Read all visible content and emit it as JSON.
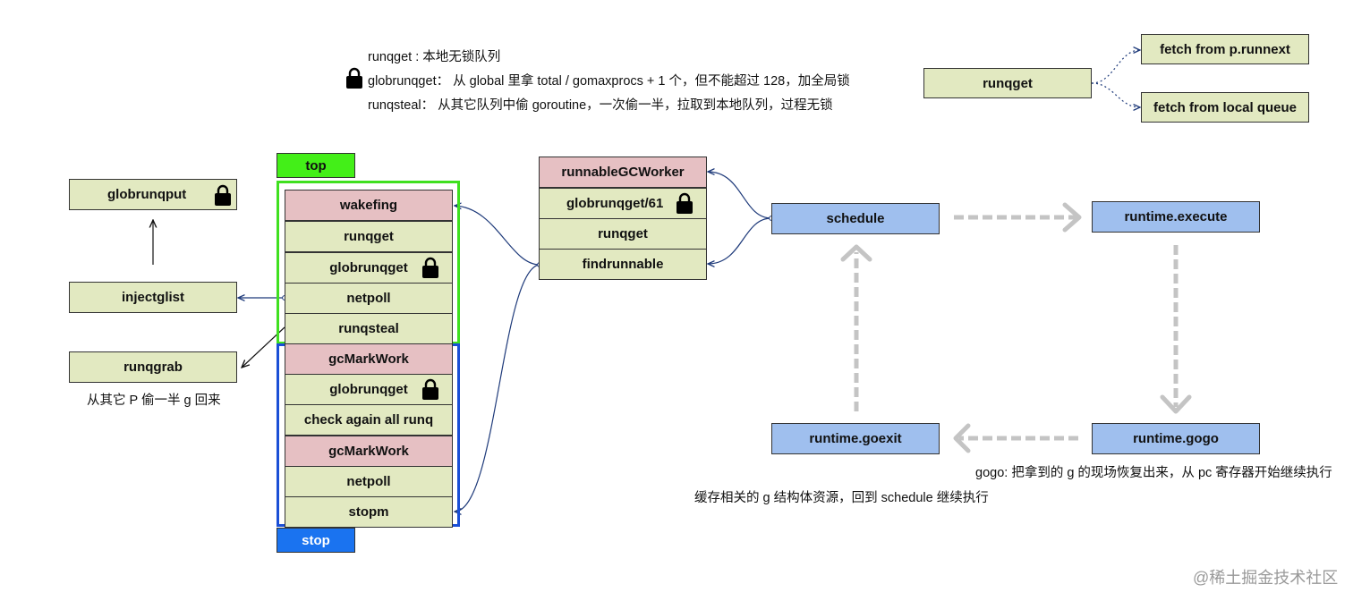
{
  "legend": {
    "runqget": "runqget : 本地无锁队列",
    "globrunqget": "globrunqget： 从 global 里拿 total / gomaxprocs + 1 个，但不能超过 128，加全局锁",
    "runqsteal": "runqsteal： 从其它队列中偷 goroutine，一次偷一半，拉取到本地队列，过程无锁"
  },
  "runqget_detail": {
    "main": "runqget",
    "a": "fetch from p.runnext",
    "b": "fetch from local queue"
  },
  "left": {
    "globrunqput": "globrunqput",
    "injectglist": "injectglist",
    "runqgrab": "runqgrab",
    "note": "从其它 P 偷一半 g 回来"
  },
  "stack": {
    "top": "top",
    "stop": "stop",
    "items": [
      "wakefing",
      "runqget",
      "globrunqget",
      "netpoll",
      "runqsteal",
      "gcMarkWork",
      "globrunqget",
      "check again all runq",
      "gcMarkWork",
      "netpoll",
      "stopm"
    ]
  },
  "middle": {
    "items": [
      "runnableGCWorker",
      "globrunqget/61",
      "runqget",
      "findrunnable"
    ]
  },
  "cycle": {
    "schedule": "schedule",
    "execute": "runtime.execute",
    "gogo": "runtime.gogo",
    "goexit": "runtime.goexit",
    "gogo_note": "gogo: 把拿到的 g 的现场恢复出来，从 pc 寄存器开始继续执行",
    "goexit_note": "缓存相关的 g 结构体资源，回到 schedule 继续执行"
  },
  "watermark": "@稀土掘金技术社区",
  "colors": {
    "top_frame": "#3fe01f",
    "stop_frame": "#1a4fd6",
    "top_tag": "#43ef18",
    "stop_tag": "#1a73f0",
    "green_box": "#e2e9c1",
    "pink_box": "#e6c0c3",
    "blue_box": "#9fbfee"
  }
}
